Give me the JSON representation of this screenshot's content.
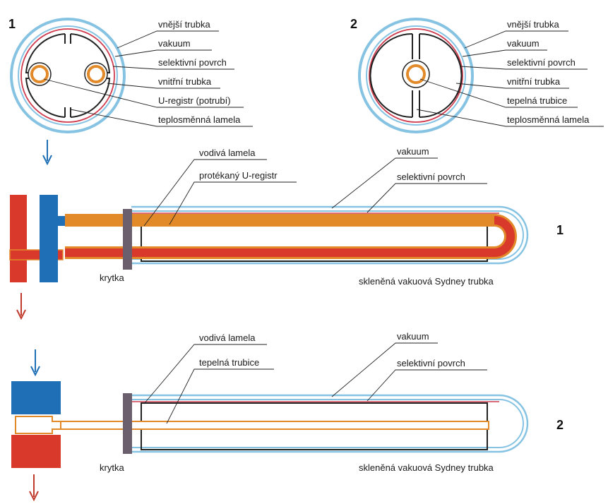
{
  "diagram_1": {
    "number": "1",
    "labels": [
      "vnější trubka",
      "vakuum",
      "selektivní povrch",
      "vnitřní trubka",
      "U-registr (potrubí)",
      "teplosměnná lamela"
    ]
  },
  "diagram_2": {
    "number": "2",
    "labels": [
      "vnější trubka",
      "vakuum",
      "selektivní povrch",
      "vnitřní trubka",
      "tepelná trubice",
      "teplosměnná lamela"
    ]
  },
  "tube_1": {
    "number": "1",
    "label_conductive": "vodivá lamela",
    "label_inner": "protékaný U-registr",
    "label_vacuum": "vakuum",
    "label_selective": "selektivní povrch",
    "label_cap": "krytka",
    "label_glass": "skleněná vakuová Sydney trubka"
  },
  "tube_2": {
    "number": "2",
    "label_conductive": "vodivá lamela",
    "label_inner": "tepelná trubice",
    "label_vacuum": "vakuum",
    "label_selective": "selektivní povrch",
    "label_cap": "krytka",
    "label_glass": "skleněná vakuová Sydney trubka"
  },
  "colors": {
    "cold": "#1e6fb5",
    "hot": "#d8392b",
    "glass": "#86c3e3",
    "selective": "#cf3b4d",
    "copper": "#e28a2a",
    "cap": "#6b5f6e"
  }
}
